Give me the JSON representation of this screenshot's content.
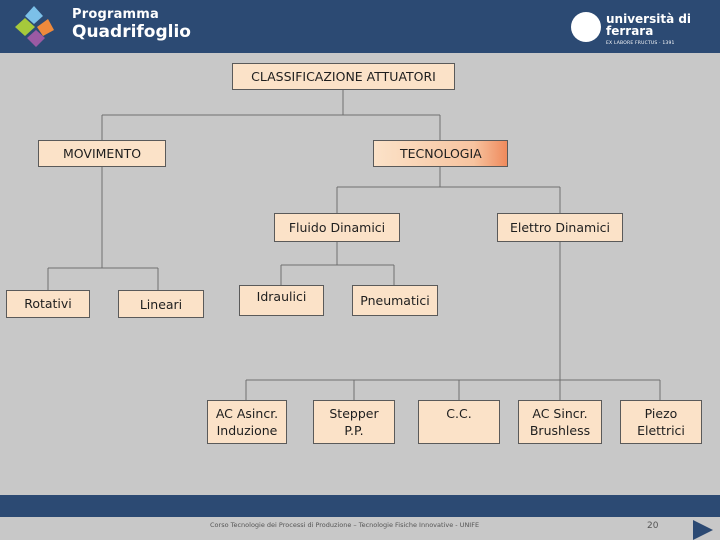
{
  "header": {
    "brand_line1": "Programma",
    "brand_line2": "Quadrifoglio",
    "university": "università di ferrara",
    "university_tagline": "EX LABORE FRUCTUS · 1391"
  },
  "diagram": {
    "root": "CLASSIFICAZIONE ATTUATORI",
    "movimento": "MOVIMENTO",
    "tecnologia": "TECNOLOGIA",
    "fluido_dinamici": "Fluido Dinamici",
    "elettro_dinamici": "Elettro Dinamici",
    "rotativi": "Rotativi",
    "lineari": "Lineari",
    "idraulici": "Idraulici",
    "pneumatici": "Pneumatici",
    "ac_asincr_line1": "AC Asincr.",
    "ac_asincr_line2": "Induzione",
    "stepper_line1": "Stepper",
    "stepper_line2": "P.P.",
    "cc": "C.C.",
    "ac_sincr_line1": "AC Sincr.",
    "ac_sincr_line2": "Brushless",
    "piezo_line1": "Piezo",
    "piezo_line2": "Elettrici"
  },
  "footer": {
    "text": "Corso Tecnologie dei Processi di Produzione – Tecnologie Fisiche Innovative - UNIFE",
    "page": "20"
  },
  "colors": {
    "header": "#2c4a73",
    "background": "#c8c8c8",
    "node_fill": "#fbe2c8",
    "accent": "#ef8a5c"
  }
}
